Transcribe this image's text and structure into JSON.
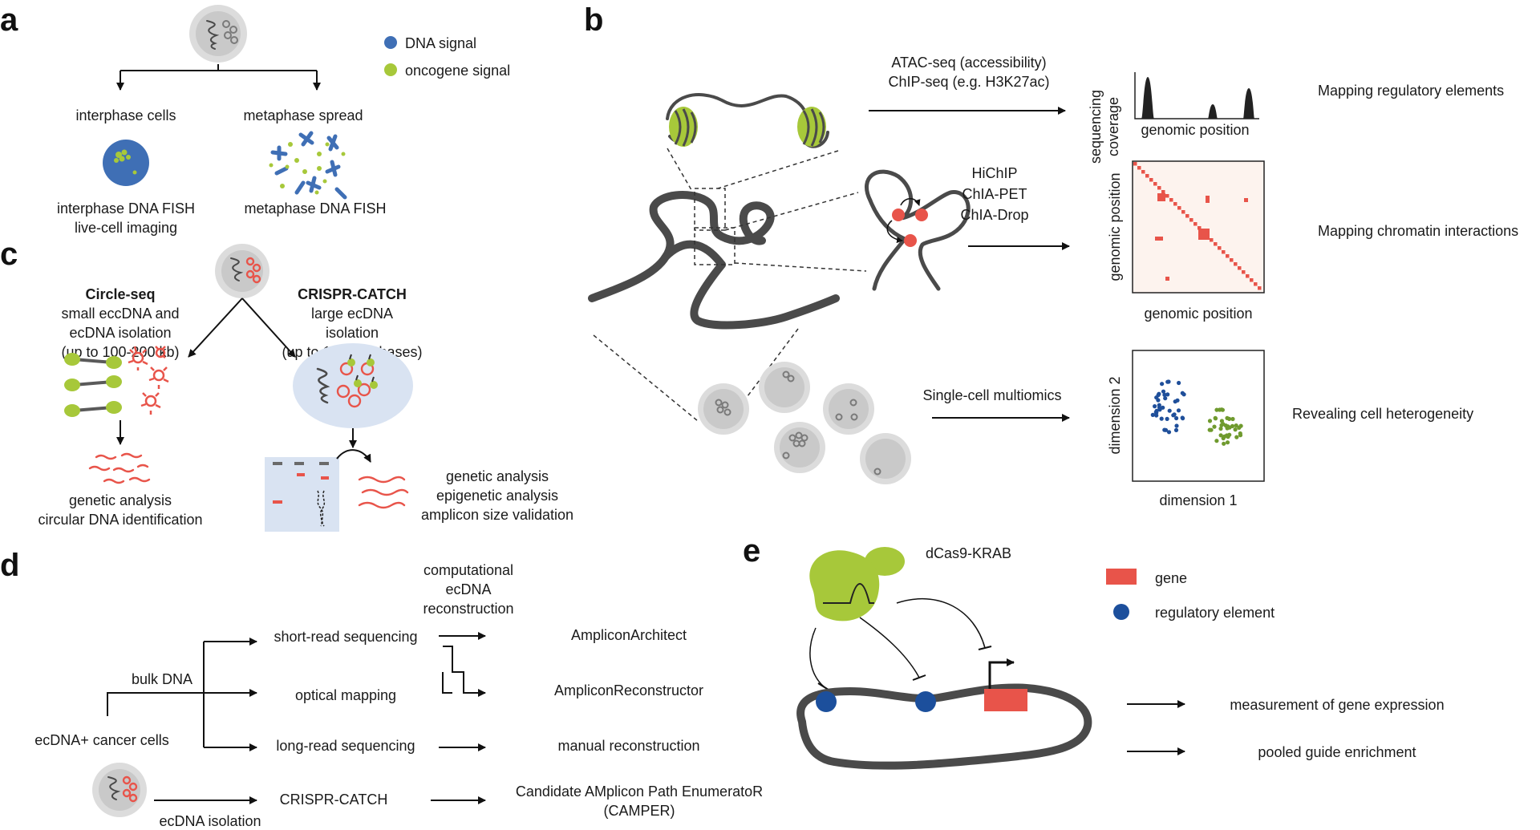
{
  "panels": {
    "a": "a",
    "b": "b",
    "c": "c",
    "d": "d",
    "e": "e"
  },
  "panel_a": {
    "legend_dna": "DNA signal",
    "legend_oncogene": "oncogene signal",
    "interphase": "interphase cells",
    "metaphase": "metaphase spread",
    "interphase_fish": "interphase DNA FISH",
    "live_cell": "live-cell imaging",
    "metaphase_fish": "metaphase DNA FISH"
  },
  "panel_b": {
    "atac": "ATAC-seq (accessibility)",
    "chip": "ChIP-seq (e.g. H3K27ac)",
    "seq_cov_1": "sequencing",
    "seq_cov_2": "coverage",
    "genomic_position": "genomic position",
    "mapping_regulatory": "Mapping regulatory elements",
    "hichip": "HiChIP",
    "chiapet": "ChIA-PET",
    "chiadrop": "ChIA-Drop",
    "genomic_position_y": "genomic position",
    "genomic_position_x": "genomic position",
    "mapping_chromatin": "Mapping chromatin interactions",
    "single_cell": "Single-cell multiomics",
    "dimension2": "dimension 2",
    "dimension1": "dimension 1",
    "revealing": "Revealing cell heterogeneity"
  },
  "panel_c": {
    "circle_seq_title": "Circle-seq",
    "circle_seq_l1": "small eccDNA and",
    "circle_seq_l2": "ecDNA isolation",
    "circle_seq_l3": "(up to 100-200 kb)",
    "catch_title": "CRISPR-CATCH",
    "catch_l1": "large ecDNA",
    "catch_l2": "isolation",
    "catch_l3": "(up to 10 megabases)",
    "left_out_l1": "genetic analysis",
    "left_out_l2": "circular DNA identification",
    "right_out_l1": "genetic analysis",
    "right_out_l2": "epigenetic analysis",
    "right_out_l3": "amplicon size validation"
  },
  "panel_d": {
    "computational_l1": "computational",
    "computational_l2": "ecDNA",
    "computational_l3": "reconstruction",
    "bulk_dna": "bulk DNA",
    "cancer_cells": "ecDNA+ cancer cells",
    "short_read": "short-read sequencing",
    "optical": "optical mapping",
    "long_read": "long-read sequencing",
    "crispr_catch": "CRISPR-CATCH",
    "ecdna_isolation": "ecDNA isolation",
    "amplicon_architect": "AmpliconArchitect",
    "amplicon_reconstructor": "AmpliconReconstructor",
    "manual": "manual reconstruction",
    "camper_l1": "Candidate AMplicon Path EnumeratoR",
    "camper_l2": "(CAMPER)"
  },
  "panel_e": {
    "dcas9": "dCas9-KRAB",
    "legend_gene": "gene",
    "legend_regulatory": "regulatory element",
    "measurement": "measurement of gene expression",
    "pooled": "pooled guide enrichment"
  },
  "colors": {
    "dna_blue": "#3f6fb5",
    "oncogene_green": "#a7c83a",
    "gene_red": "#e8544a",
    "regulatory_blue": "#1c4f9c",
    "cluster_blue": "#1f4f9a",
    "cluster_green": "#6f9a2e",
    "heatmap_bg": "#fdf3ee"
  }
}
